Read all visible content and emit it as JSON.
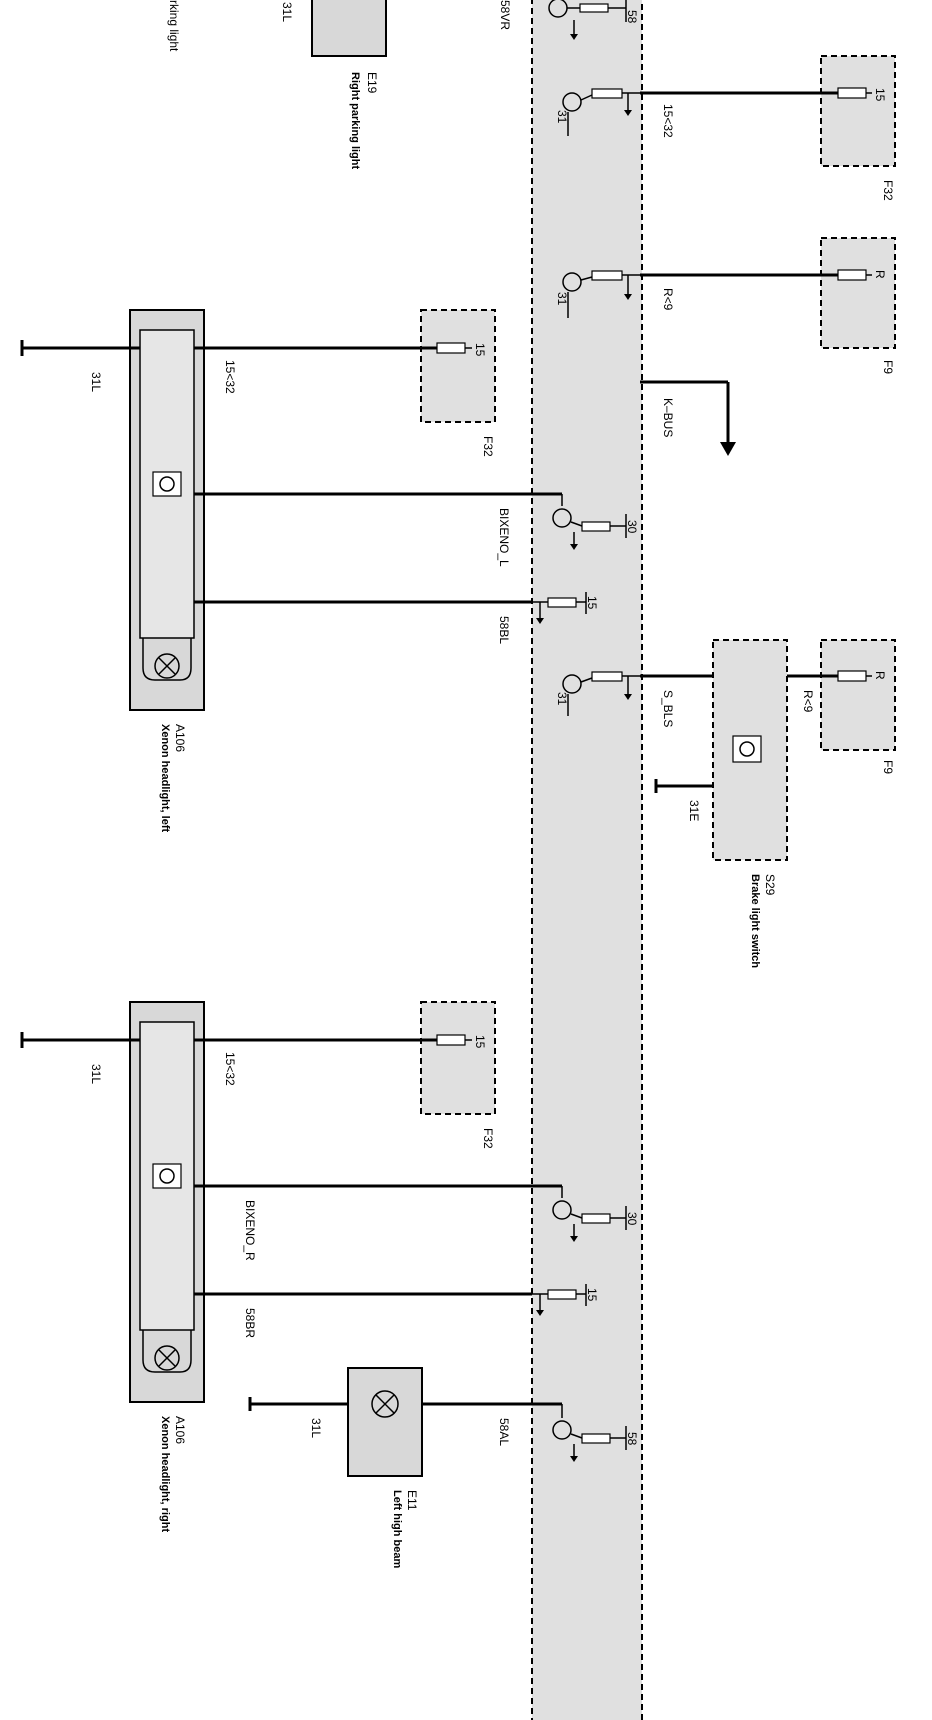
{
  "control_module": {
    "pins": {
      "p58vr": "58VR",
      "p15_32": "15<32",
      "r9": "R<9",
      "kbus": "K–BUS",
      "bixeno_l": "BIXENO_L",
      "p58bl": "58BL",
      "s_bls": "S_BLS",
      "bixeno_r": "BIXENO_R",
      "p58br": "58BR",
      "p58al": "58AL"
    },
    "internal_labels": {
      "t58_top": "58",
      "t31_a": "31",
      "t31_b": "31",
      "t30_a": "30",
      "t15_a": "15",
      "t31_c": "31",
      "t30_b": "30",
      "t15_b": "15",
      "t58_bottom": "58"
    }
  },
  "components": {
    "e19": {
      "id": "E19",
      "name": "Right parking light"
    },
    "top_partial_label": "rking light",
    "top_31l": "31L",
    "f32_top": {
      "id": "F32",
      "pin": "15"
    },
    "f9_top": {
      "id": "F9",
      "pin": "R"
    },
    "f9_mid": {
      "id": "F9",
      "pin": "R"
    },
    "s29": {
      "id": "S29",
      "name": "Brake light switch",
      "wire_r9": "R<9",
      "ground": "31E"
    },
    "f32_left": {
      "id": "F32",
      "pin": "15"
    },
    "f32_right": {
      "id": "F32",
      "pin": "15"
    },
    "a106_left": {
      "id": "A106",
      "name": "Xenon headlight, left",
      "wire_15": "15<32",
      "ground": "31L"
    },
    "a106_right": {
      "id": "A106",
      "name": "Xenon headlight, right",
      "wire_15": "15<32",
      "ground": "31L"
    },
    "e11": {
      "id": "E11",
      "name": "Left high beam",
      "ground": "31L"
    }
  }
}
